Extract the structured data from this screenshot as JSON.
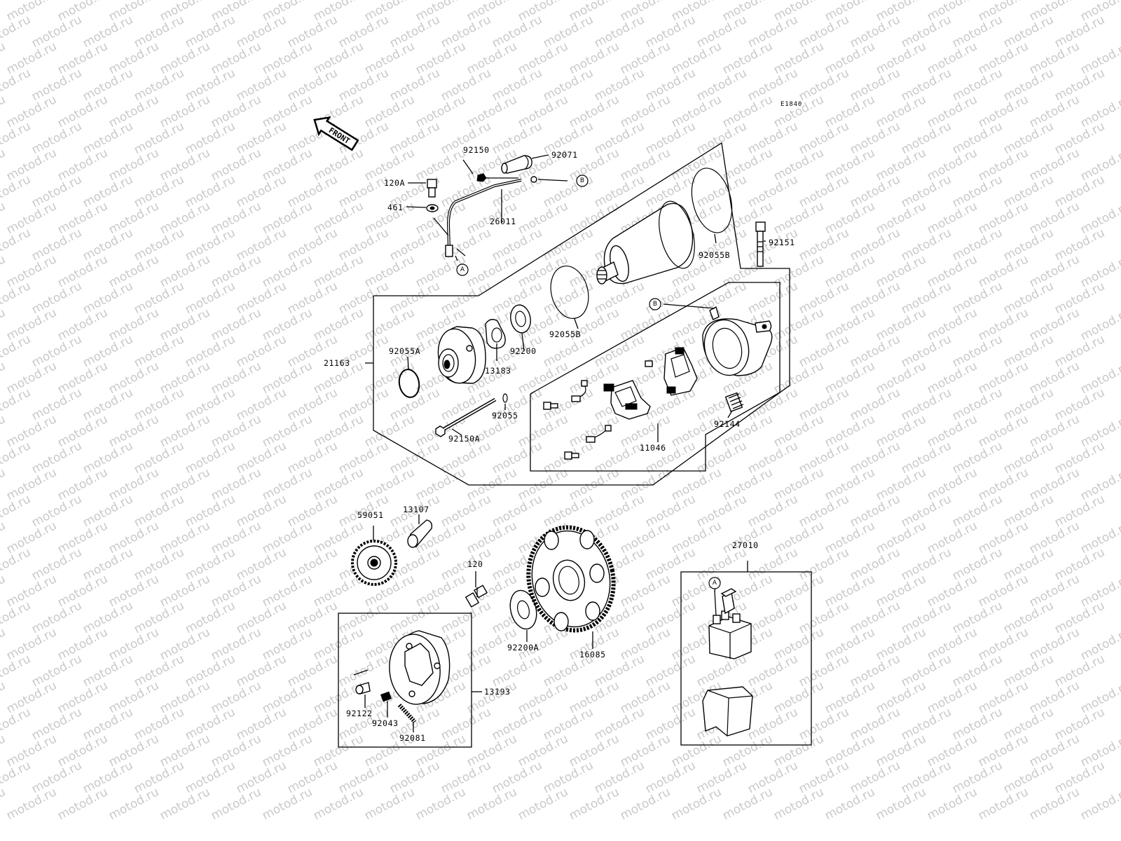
{
  "watermark": "motod.ru",
  "diagram_code": "E1840",
  "front_arrow_label": "FRONT",
  "reference_markers": {
    "a": "A",
    "b": "B"
  },
  "parts": {
    "p92150": "92150",
    "p92071": "92071",
    "p120A": "120A",
    "p461": "461",
    "p26011": "26011",
    "p92151": "92151",
    "p92055B_top": "92055B",
    "p92055B_mid": "92055B",
    "p92200": "92200",
    "p92055A": "92055A",
    "p21163": "21163",
    "p13183": "13183",
    "p92055": "92055",
    "p92150A": "92150A",
    "p92144": "92144",
    "p11046": "11046",
    "p59051": "59051",
    "p13107": "13107",
    "p120": "120",
    "p92200A": "92200A",
    "p16085": "16085",
    "p27010": "27010",
    "p13193": "13193",
    "p92122": "92122",
    "p92043": "92043",
    "p92081": "92081"
  }
}
